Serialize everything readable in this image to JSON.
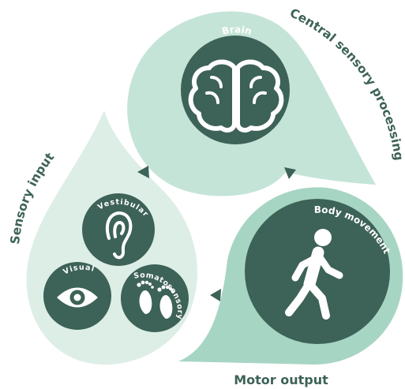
{
  "colors": {
    "brain_drop": "#c5e4d8",
    "sensory_drop": "#ddeee6",
    "motor_drop": "#a7d5c3",
    "node": "#3d6257",
    "label_text": "#3d6257",
    "icon": "#ffffff"
  },
  "labels": {
    "central_processing": "Central sensory processing",
    "sensory_input": "Sensory input",
    "motor_output": "Motor output"
  },
  "nodes": {
    "brain": {
      "label": "Brain",
      "icon": "brain-icon"
    },
    "body_movement": {
      "label": "Body movement",
      "icon": "walking-person-icon"
    },
    "vestibular": {
      "label": "Vestibular",
      "icon": "ear-icon"
    },
    "visual": {
      "label": "Visual",
      "icon": "eye-icon"
    },
    "somatosensory": {
      "label": "Somatosensory",
      "icon": "footprints-icon"
    }
  },
  "cycle": [
    {
      "from": "sensory_input",
      "to": "central_processing",
      "icon": "triangle-arrow-icon"
    },
    {
      "from": "central_processing",
      "to": "motor_output",
      "icon": "triangle-arrow-icon"
    },
    {
      "from": "motor_output",
      "to": "sensory_input",
      "icon": "triangle-arrow-icon"
    }
  ]
}
